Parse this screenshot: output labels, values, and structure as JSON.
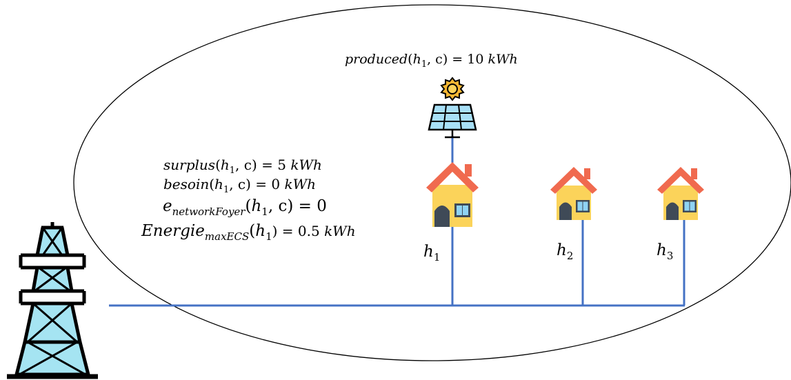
{
  "diagram": {
    "produced": {
      "fn": "produced",
      "arg_var": "h",
      "arg_sub": "1",
      "arg_rest": ", c) = 10 ",
      "unit": "kWh"
    },
    "equations": [
      {
        "name": "surplus",
        "fn": "surplus",
        "sub": "",
        "arg_sub": "1",
        "rest": ", c) = 5 ",
        "unit": "kWh"
      },
      {
        "name": "besoin",
        "fn": "besoin",
        "sub": "",
        "arg_sub": "1",
        "rest": ", c) = 0 ",
        "unit": "kWh"
      },
      {
        "name": "e-network-foyer",
        "fn": "e",
        "sub": "networkFoyer",
        "arg_sub": "1",
        "rest": ", c) = 0",
        "unit": ""
      },
      {
        "name": "energie-max-ecs",
        "fn": "Energie",
        "sub": "maxECS",
        "arg_sub": "1",
        "rest": ") = 0.5 ",
        "unit": "kWh"
      }
    ],
    "houses": [
      {
        "var": "h",
        "sub": "1",
        "has_solar_panel": true
      },
      {
        "var": "h",
        "sub": "2",
        "has_solar_panel": false
      },
      {
        "var": "h",
        "sub": "3",
        "has_solar_panel": false
      }
    ],
    "colors": {
      "line": "#4472c4",
      "roof": "#f06a4f",
      "wall": "#fbd35a",
      "door": "#3f4a57",
      "window": "#8fd3f3",
      "panel": "#a8e0f7",
      "sun": "#f7b733",
      "pylon_fill": "#a5e4f2",
      "outline": "#000000"
    }
  }
}
